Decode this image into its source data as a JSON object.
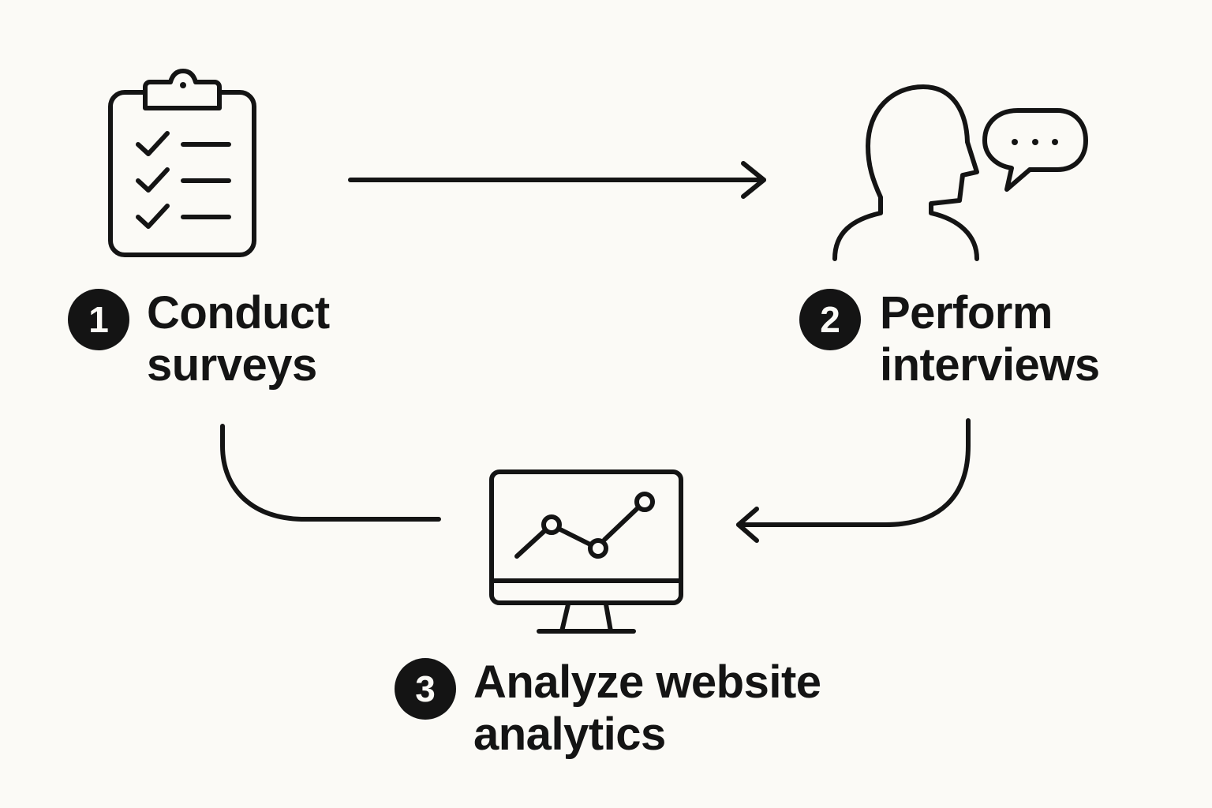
{
  "diagram": {
    "type": "process-cycle",
    "steps": [
      {
        "number": "1",
        "line1": "Conduct",
        "line2": "surveys",
        "icon": "clipboard-checklist-icon"
      },
      {
        "number": "2",
        "line1": "Perform",
        "line2": "interviews",
        "icon": "person-speech-bubble-icon"
      },
      {
        "number": "3",
        "line1": "Analyze website",
        "line2": "analytics",
        "icon": "monitor-line-chart-icon"
      }
    ],
    "connectors": [
      {
        "from": "1",
        "to": "2",
        "style": "straight-arrow"
      },
      {
        "from": "2",
        "to": "3",
        "style": "curved-arrow"
      },
      {
        "from": "1",
        "to": "3",
        "style": "curved-line"
      }
    ],
    "colors": {
      "background": "#fbfaf6",
      "ink": "#141414"
    }
  }
}
